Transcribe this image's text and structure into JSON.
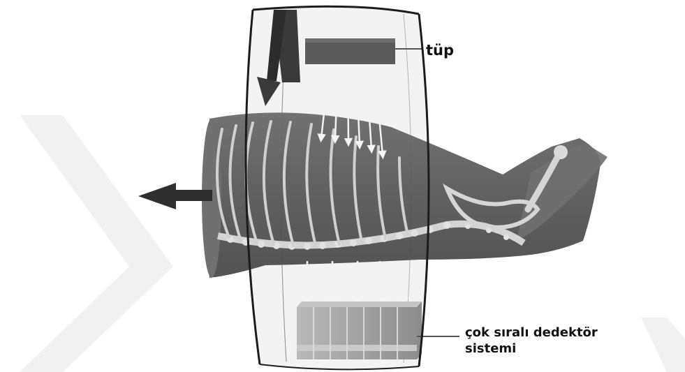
{
  "labels": {
    "tube": "tüp",
    "detector_line1": "çok sıralı dedektör",
    "detector_line2": "sistemi"
  },
  "colors": {
    "background": "#ffffff",
    "watermark": "#f1f1f1",
    "gantry_outline": "#1c1c1c",
    "gantry_fill": "#e9e9ea",
    "body": "#5e5e5e",
    "bone": "#d9d9d9",
    "tube": "#5a5a5a",
    "detector": "#a9a9a9",
    "detector_band": "#c9c9c9",
    "arrow": "#2f2f2f",
    "label_text": "#111111"
  },
  "icons": {
    "rotation_arrow": "rotation-arrow-icon",
    "table_arrow": "table-motion-arrow-icon"
  }
}
